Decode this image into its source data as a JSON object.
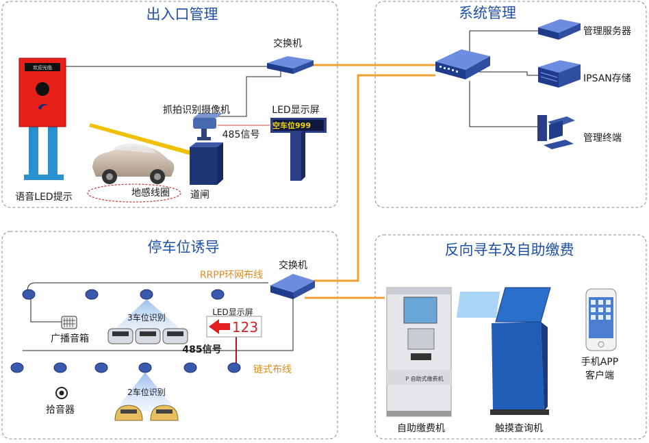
{
  "sections": {
    "entrance": "出入口管理",
    "system": "系统管理",
    "guidance": "停车位诱导",
    "reverse": "反向寻车及自助缴费"
  },
  "entrance": {
    "switch": "交换机",
    "camera": "抓拍识别摄像机",
    "led_screen": "LED显示屏",
    "led_text": "空车位999",
    "signal": "485信号",
    "gate": "道闸",
    "loop": "地感线圈",
    "voice_led": "语音LED提示",
    "kiosk_text": "欢迎光临"
  },
  "system": {
    "server": "管理服务器",
    "ipsan": "IPSAN存储",
    "terminal": "管理终端"
  },
  "guidance": {
    "switch": "交换机",
    "rrpp": "RRPP环网布线",
    "speaker": "广播音箱",
    "recog3": "3车位识别",
    "led_label": "LED显示屏",
    "led_count": "123",
    "signal": "485信号",
    "chain": "链式布线",
    "pickup": "拾音器",
    "recog2": "2车位识别"
  },
  "reverse": {
    "pay_machine": "自助缴费机",
    "pay_brand": "P 自助式缴费机",
    "touch_query": "触摸查询机",
    "mobile_app_1": "手机APP",
    "mobile_app_2": "客户端"
  },
  "colors": {
    "title_blue": "#1f4fa8",
    "orange_line": "#f0a030",
    "device_blue": "#2b4a9a",
    "red_kiosk": "#e8201a",
    "led_red": "#d42020"
  }
}
